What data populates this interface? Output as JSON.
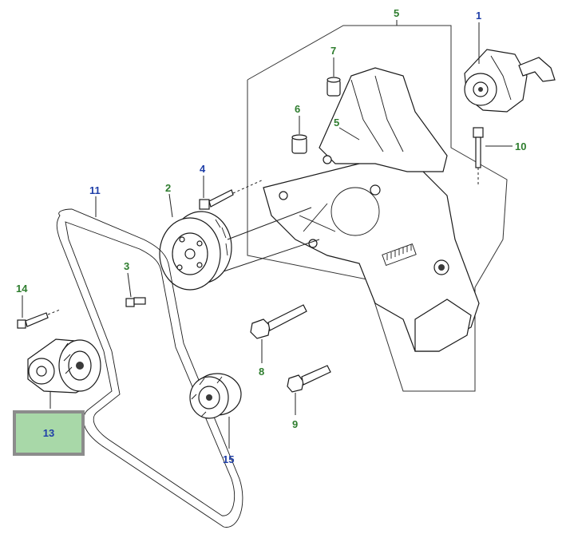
{
  "colors": {
    "blue_callout": "#1f3fa8",
    "green_callout": "#2e7d2e",
    "highlight_fill": "#a8d8a8",
    "highlight_border": "#8c8c8c",
    "line": "#1a1a1a"
  },
  "callouts": {
    "c1": "1",
    "c2": "2",
    "c3": "3",
    "c4": "4",
    "c5": "5",
    "c5b": "5",
    "c6": "6",
    "c7": "7",
    "c8": "8",
    "c9": "9",
    "c10": "10",
    "c11": "11",
    "c13": "13",
    "c14": "14",
    "c15": "15"
  }
}
